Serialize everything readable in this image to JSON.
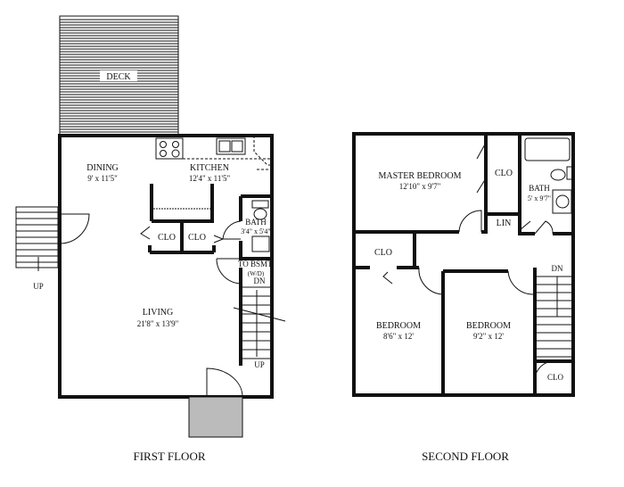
{
  "first_floor": {
    "title": "FIRST FLOOR",
    "deck": "DECK",
    "dining": {
      "name": "DINING",
      "size": "9' x 11'5\""
    },
    "kitchen": {
      "name": "KITCHEN",
      "size": "12'4\" x 11'5\""
    },
    "closet_left": "CLO",
    "closet_right": "CLO",
    "bath": {
      "name": "BATH",
      "size": "3'4\" x 5'4\""
    },
    "basement": {
      "name": "TO BSMT.",
      "note": "(W/D)",
      "dir": "DN"
    },
    "living": {
      "name": "LIVING",
      "size": "21'8\" x 13'9\""
    },
    "stair_up": "UP",
    "side_stair_up": "UP"
  },
  "second_floor": {
    "title": "SECOND FLOOR",
    "master": {
      "name": "MASTER BEDROOM",
      "size": "12'10\" x 9'7\""
    },
    "master_closet": "CLO",
    "bath": {
      "name": "BATH",
      "size": "5' x 9'7\""
    },
    "linen": "LIN",
    "hall_closet": "CLO",
    "bedroom_left": {
      "name": "BEDROOM",
      "size": "8'6\" x 12'"
    },
    "bedroom_right": {
      "name": "BEDROOM",
      "size": "9'2\" x 12'"
    },
    "stair_dn": "DN",
    "stair_closet": "CLO"
  }
}
